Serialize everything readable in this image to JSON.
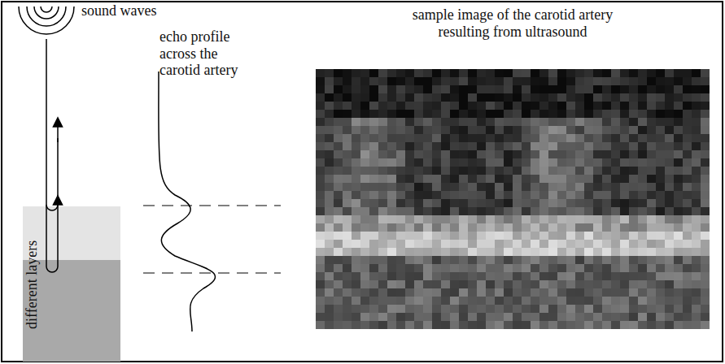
{
  "diagram": {
    "labels": [
      "sound waves",
      "echo profile across the carotid artery",
      "different layers",
      "sample image of the carotid artery resulting from ultrasound"
    ]
  }
}
